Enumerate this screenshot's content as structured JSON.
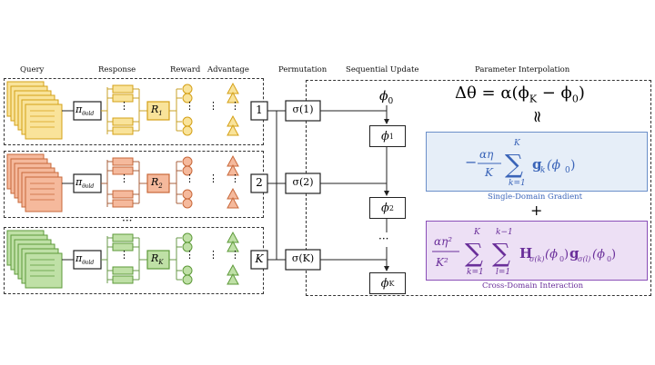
{
  "headers": {
    "query": "Query",
    "response": "Response",
    "reward": "Reward",
    "advantage": "Advantage",
    "permutation": "Permutation",
    "sequential_update": "Sequential Update",
    "parameter_interpolation": "Parameter Interpolation"
  },
  "domains": [
    {
      "policy": "π",
      "policy_sub": "θold",
      "reward_sym": "R",
      "reward_sub": "1",
      "index": "1",
      "perm": "σ(1)",
      "colors": {
        "fill": "#f9e39a",
        "stroke": "#d4a017",
        "line": "#c9a227"
      }
    },
    {
      "policy": "π",
      "policy_sub": "θold",
      "reward_sym": "R",
      "reward_sub": "2",
      "index": "2",
      "perm": "σ(2)",
      "colors": {
        "fill": "#f5b99c",
        "stroke": "#c8683a",
        "line": "#a8603c"
      }
    },
    {
      "policy": "π",
      "policy_sub": "θold",
      "reward_sym": "R",
      "reward_sub": "K",
      "index": "K",
      "perm": "σ(K)",
      "colors": {
        "fill": "#bfe0a6",
        "stroke": "#5e9a3a",
        "line": "#6a9a48"
      }
    }
  ],
  "updates": [
    {
      "sym": "ϕ",
      "sub": "0"
    },
    {
      "sym": "ϕ",
      "sub": "1"
    },
    {
      "sym": "ϕ",
      "sub": "2"
    },
    {
      "sym": "ϕ",
      "sub": "K"
    }
  ],
  "formulas": {
    "delta": "Δθ = α(ϕ",
    "delta_sub_k": "K",
    "delta_minus": " − ϕ",
    "delta_sub_0": "0",
    "delta_close": ")",
    "approx": "≈",
    "plus": "+",
    "single_num": "αη",
    "single_den": "K",
    "single_body": "g",
    "single_arg": "(ϕ",
    "cross_num": "αη²",
    "cross_den": "K²",
    "cross_body_h": "H",
    "cross_body_g": "g"
  },
  "captions": {
    "single": "Single-Domain Gradient",
    "cross": "Cross-Domain Interaction"
  },
  "ellipsis": "···",
  "vdots": "⋮",
  "colors": {
    "single_bg": "#e6eef8",
    "single_border": "#6b8fc9",
    "single_text": "#3a64b8",
    "cross_bg": "#ede0f5",
    "cross_border": "#8a4fb8",
    "cross_text": "#6a2f9a"
  }
}
